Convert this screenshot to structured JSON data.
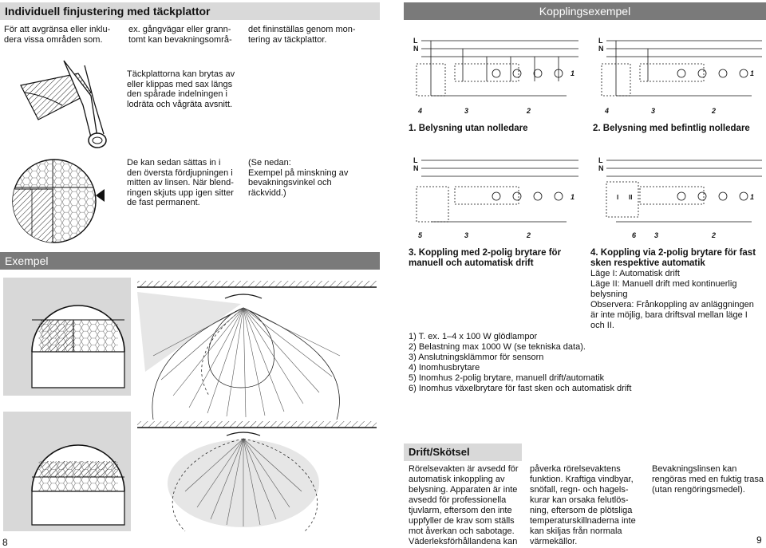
{
  "left_header": "Individuell finjustering med täckplattor",
  "right_header": "Kopplingsexempel",
  "intro": {
    "col1": "För att avgränsa eller inklu-\ndera vissa områden som.",
    "col2": "ex. gångvägar eller grann-\ntomt kan bevakningsområ-",
    "col3": "det fininställas genom mon-\ntering av täckplattor."
  },
  "cut_text": "Täckplattorna kan brytas av\neller klippas med sax längs\nden spårade indelningen i\nlodräta och vågräta avsnitt.",
  "insert_text": "De kan sedan sättas in i\nden översta fördjupningen i\nmitten av linsen. När blend-\nringen skjuts upp igen sitter\nde fast permanent.",
  "see_below_text": "(Se nedan:\nExempel på minskning av\nbevakningsvinkel och\nräckvidd.)",
  "example_header": "Exempel",
  "diagram_labels": {
    "L": "L",
    "N": "N",
    "Lk": "L",
    "Nk": "N",
    "I": "I",
    "II": "II",
    "one": "1"
  },
  "diagrams": [
    {
      "caption": "1. Belysning utan nolledare",
      "nums": [
        "4",
        "3",
        "2"
      ]
    },
    {
      "caption": "2. Belysning med befintlig nolledare",
      "nums": [
        "4",
        "3",
        "2"
      ]
    },
    {
      "caption": "3. Koppling med 2-polig brytare för\nmanuell och automatisk drift",
      "nums": [
        "5",
        "3",
        "2"
      ]
    },
    {
      "caption": "4. Koppling via 2-polig brytare för fast\nsken respektive automatik",
      "nums": [
        "6",
        "3",
        "2"
      ]
    }
  ],
  "diagram4_notes": "Läge I: Automatisk drift\nLäge II: Manuell drift med kontinuerlig\nbelysning\nObservera: Frånkoppling av anläggningen\när inte möjlig, bara driftsval mellan läge I\noch II.",
  "notes": [
    "1) T. ex. 1–4 x 100 W glödlampor",
    "2) Belastning max 1000 W (se tekniska data).",
    "3) Anslutningsklämmor för sensorn",
    "4) Inomhusbrytare",
    "5) Inomhus 2-polig brytare, manuell drift/automatik",
    "6) Inomhus växelbrytare för fast sken och automatisk drift"
  ],
  "care_header": "Drift/Skötsel",
  "care": {
    "col1": "Rörelsevakten är avsedd för\nautomatisk inkoppling av\nbelysning. Apparaten är inte\navsedd för professionella\ntjuvlarm, eftersom den inte\nuppfyller de krav som ställs\nmot åverkan och sabotage.\nVäderleksförhållandena kan",
    "col2": "påverka rörelsevaktens\nfunktion. Kraftiga vindbyar,\nsnöfall, regn- och hagels-\nkurar kan orsaka felutlös-\nning, eftersom de plötsliga\ntemperaturskillnaderna inte\nkan skiljas från normala\nvärmekällor.",
    "col3": "Bevakningslinsen kan\nrengöras med en fuktig trasa\n(utan rengöringsmedel)."
  },
  "page_left": "8",
  "page_right": "9"
}
